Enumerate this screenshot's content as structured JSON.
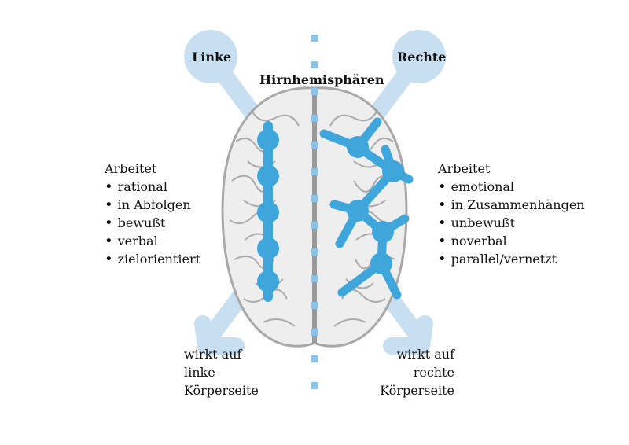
{
  "title": "Hirnhemisphären",
  "left": {
    "label": "Linke",
    "heading": "Arbeitet",
    "items": [
      "rational",
      "in Abfolgen",
      "bewußt",
      "verbal",
      "zielorientiert"
    ],
    "effect": [
      "wirkt auf",
      "linke",
      "Körperseite"
    ]
  },
  "right": {
    "label": "Rechte",
    "heading": "Arbeitet",
    "items": [
      "emotional",
      "in Zusammenhängen",
      "unbewußt",
      "noverbal",
      "parallel/vernetzt"
    ],
    "effect": [
      "wirkt auf",
      "rechte",
      "Körperseite"
    ]
  },
  "colors": {
    "light_blue": "#c8dff1",
    "blue": "#3ea6da",
    "divider": "#8cc4e8",
    "brain": "#b8b8b8"
  }
}
